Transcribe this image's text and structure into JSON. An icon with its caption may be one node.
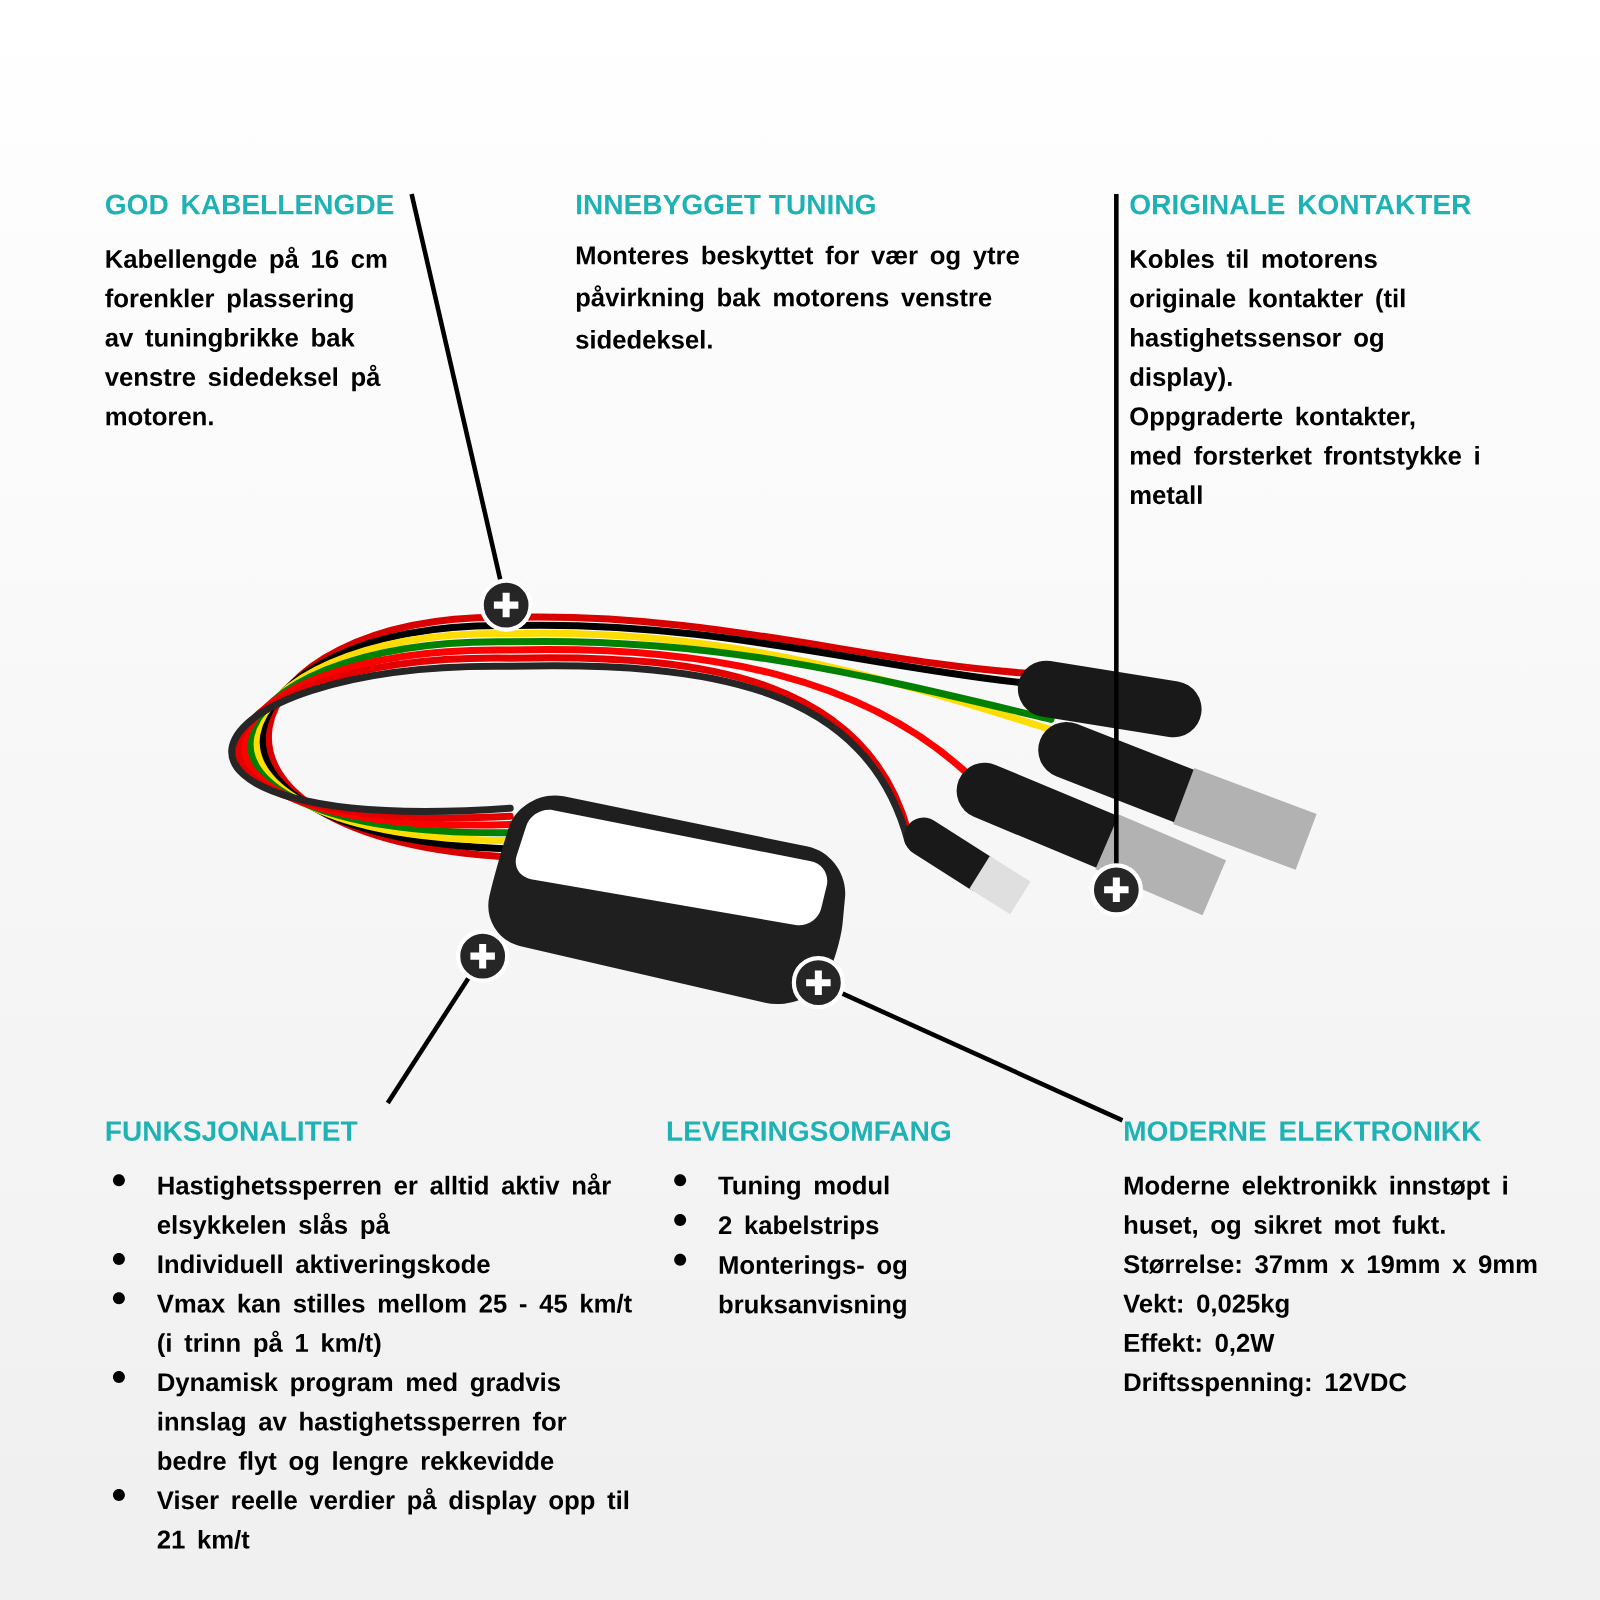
{
  "diagram": {
    "nodes": [
      {
        "text": [
          "GOD KABELLENGDE",
          "Kabellengde på 16 cm forenkler plassering av tuningbrikke bak venstre sidedeksel på motoren."
        ]
      },
      {
        "text": [
          "ORIGINALE KONTAKTER",
          "Kobles til motorens originale kontakter (til hastighetssensor og display).",
          "Oppgraderte kontakter, med forsterket frontstykke i metall"
        ]
      },
      {
        "text": [
          "FUNKSJONALITET",
          "Hastighetssperren er alltid aktiv når elsykkelen slås på",
          "Individuell aktiveringskode",
          "Vmax kan stilles mellom 25 - 45 km/t (i trinn på 1 km/t)",
          "Dynamisk program med gradvis innslag av hastighetssperren for bedre flyt og lengre rekkevidde",
          "Viser reelle verdier på display opp til 21 km/t"
        ]
      },
      {
        "text": [
          "MODERNE ELEKTRONIKK",
          "Moderne elektronikk innstøpt i huset, og sikret mot fukt.",
          "Størrelse: 37mm x 19mm x 9mm",
          "Vekt: 0,025kg",
          "Effekt: 0,2W",
          "Driftsspenning: 12VDC"
        ]
      },
      {
        "text": [],
        "shape": "circle"
      },
      {
        "text": [],
        "shape": "circle"
      },
      {
        "text": [],
        "shape": "circle"
      },
      {
        "text": [],
        "shape": "circle"
      }
    ],
    "edges": [
      {
        "from": 0,
        "to": 4,
        "arrow": "none"
      },
      {
        "from": 1,
        "to": 5,
        "arrow": "none"
      },
      {
        "from": 2,
        "to": 6,
        "arrow": "none"
      },
      {
        "from": 3,
        "to": 7,
        "arrow": "none"
      }
    ],
    "labels": [
      "INNEBYGGET TUNING",
      "Monteres beskyttet for vær og ytre påvirkning bak motorens venstre sidedeksel.",
      "LEVERINGSOMFANG",
      "Tuning modul",
      "2 kabelstrips",
      "Monterings- og bruksanvisning"
    ]
  }
}
